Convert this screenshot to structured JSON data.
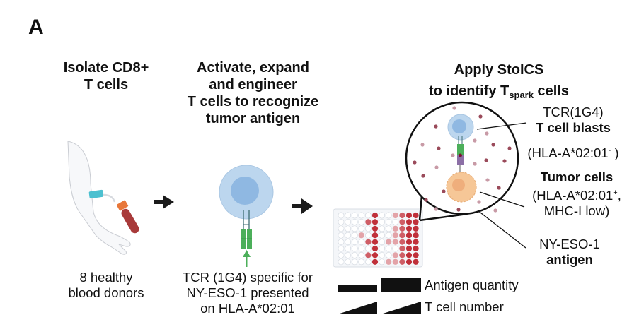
{
  "panel_label": "A",
  "steps": [
    {
      "title_lines": [
        "Isolate CD8+",
        "T cells"
      ],
      "caption_lines": [
        "8 healthy",
        "blood donors"
      ],
      "illustration": "arm-blood-draw-icon"
    },
    {
      "title_lines": [
        "Activate, expand",
        "and engineer",
        "T cells to recognize",
        "tumor antigen"
      ],
      "caption_lines": [
        "TCR (1G4) specific for",
        "NY-ESO-1 presented",
        "on HLA-A*02:01"
      ],
      "illustration": "engineered-t-cell-icon"
    },
    {
      "title_line1": "Apply StoICS",
      "title_line2_prefix": "to identify T",
      "title_line2_sub": "spark",
      "title_line2_suffix": " cells",
      "illustration": "well-plate-icon"
    }
  ],
  "zoom_labels": {
    "tcell_line1": "TCR(1G4)",
    "tcell_line2": "T cell blasts",
    "tcell_line3_prefix": "(HLA-A*02:01",
    "tcell_line3_sup": "-",
    "tcell_line3_suffix": " )",
    "tumor_line1": "Tumor cells",
    "tumor_line2_prefix": "(HLA-A*02:01",
    "tumor_line2_sup": "+",
    "tumor_line2_suffix": ",",
    "tumor_line3": "MHC-I low)",
    "antigen_line1": "NY-ESO-1",
    "antigen_line2": "antigen"
  },
  "legend": {
    "antigen_quantity": "Antigen quantity",
    "t_cell_number": "T cell number"
  },
  "colors": {
    "tcell_outer": "#bcd6ee",
    "tcell_nucleus": "#8fb8e2",
    "tcr_green": "#4caf5a",
    "mhc_purple": "#8c6fa6",
    "tumor_cell": "#f6c797",
    "tumor_nucleus": "#efae7c",
    "antigen_dot": "#9a4a5a",
    "well_dark": "#c0303a",
    "blood_tube": "#a83a3a",
    "needle_teal": "#4cc0d0",
    "tube_cap": "#e8773a"
  },
  "plate": {
    "rows": 8,
    "cols": 12,
    "intensity_grid": [
      [
        0,
        0,
        0,
        0,
        0,
        3,
        0,
        0,
        1,
        2,
        3,
        3
      ],
      [
        0,
        0,
        0,
        0,
        2,
        3,
        0,
        0,
        0,
        2,
        3,
        3
      ],
      [
        0,
        0,
        0,
        0,
        0,
        3,
        0,
        0,
        1,
        2,
        3,
        3
      ],
      [
        0,
        0,
        0,
        1,
        0,
        3,
        0,
        0,
        1,
        2,
        3,
        3
      ],
      [
        0,
        0,
        0,
        0,
        2,
        3,
        0,
        1,
        1,
        2,
        3,
        3
      ],
      [
        0,
        0,
        0,
        0,
        0,
        3,
        0,
        0,
        0,
        2,
        3,
        3
      ],
      [
        0,
        0,
        0,
        0,
        2,
        3,
        0,
        0,
        1,
        2,
        3,
        3
      ],
      [
        0,
        0,
        0,
        0,
        0,
        3,
        0,
        1,
        1,
        2,
        3,
        3
      ]
    ]
  }
}
